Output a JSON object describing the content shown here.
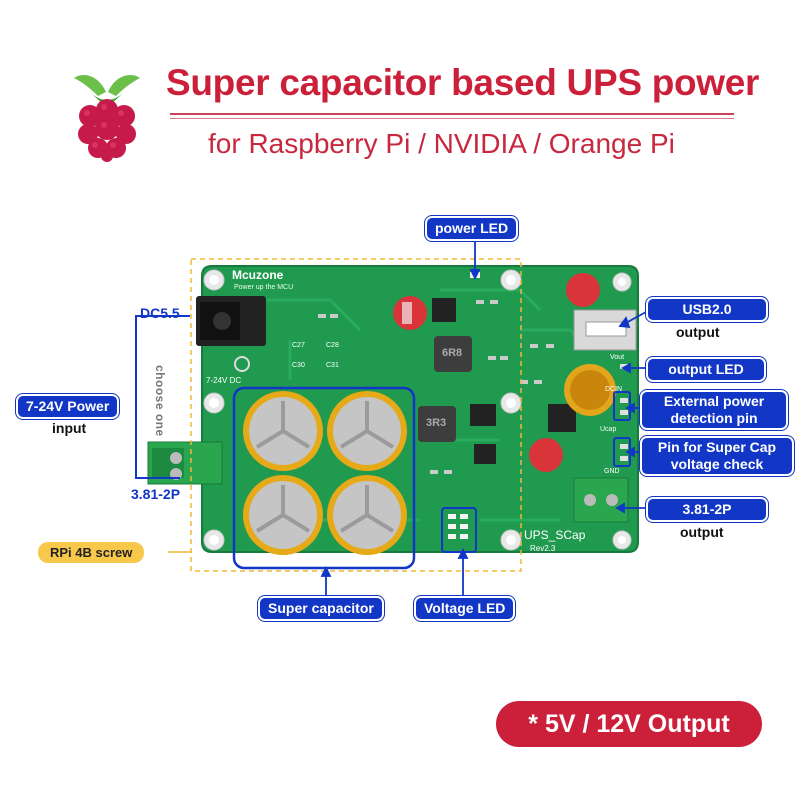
{
  "header": {
    "title": "Super capacitor based UPS power",
    "subtitle": "for Raspberry Pi  / NVIDIA / Orange Pi"
  },
  "board": {
    "brand": "Mcuzone",
    "tagline": "Power up the MCU",
    "name": "UPS_SCap",
    "revision": "Rev2.3",
    "dc_marking": "7-24V DC",
    "inductor_1": "6R8",
    "inductor_2": "3R3",
    "cap_labels": [
      "C27",
      "C28",
      "C30",
      "C31"
    ],
    "pin_labels": [
      "Vout",
      "DCIN",
      "Ucap",
      "GND"
    ]
  },
  "callouts": {
    "power_led": "power LED",
    "usb_output": "USB2.0",
    "usb_output_sub": "output",
    "output_led": "output LED",
    "external_power_line1": "External power",
    "external_power_line2": "detection pin",
    "super_cap_pin_line1": "Pin for Super Cap",
    "super_cap_pin_line2": "voltage check",
    "terminal_output": "3.81-2P",
    "terminal_output_sub": "output",
    "dc_jack": "DC5.5",
    "power_input": "7-24V Power",
    "power_input_sub": "input",
    "choose_one": "choose one",
    "terminal_input": "3.81-2P",
    "rpi_screw": "RPi 4B screw",
    "super_capacitor": "Super capacitor",
    "voltage_led": "Voltage LED"
  },
  "badge": {
    "output": "* 5V / 12V Output"
  },
  "colors": {
    "accent_red": "#cc1f3a",
    "callout_blue": "#1236c6",
    "pcb_green": "#1f9a4f",
    "screw_yellow": "#f7c84a"
  }
}
